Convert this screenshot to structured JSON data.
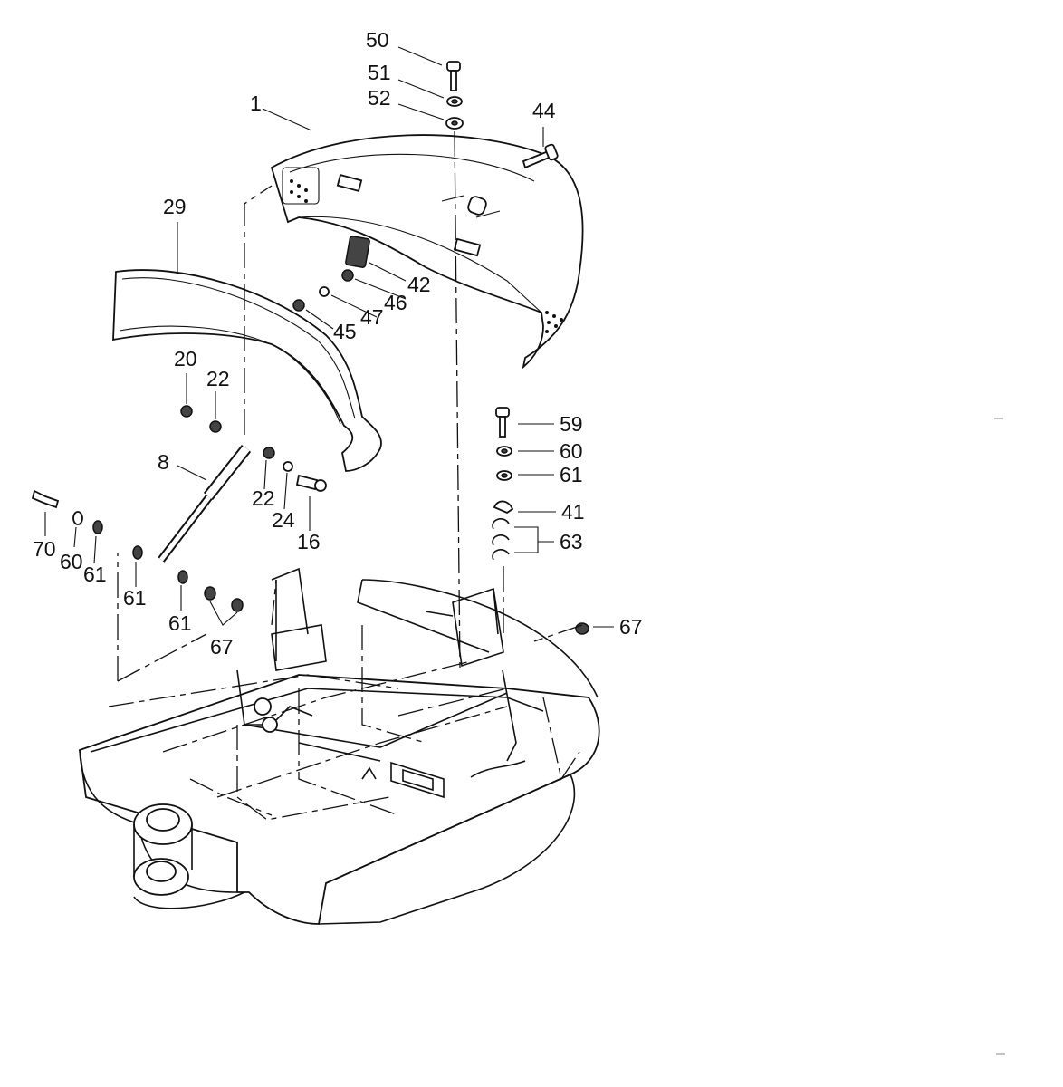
{
  "callouts": {
    "c50": "50",
    "c51": "51",
    "c52": "52",
    "c44": "44",
    "c1": "1",
    "c29": "29",
    "c42": "42",
    "c46": "46",
    "c47": "47",
    "c45": "45",
    "c20": "20",
    "c22a": "22",
    "c8": "8",
    "c22b": "22",
    "c24": "24",
    "c16": "16",
    "c59": "59",
    "c60a": "60",
    "c61a": "61",
    "c41": "41",
    "c63": "63",
    "c67a": "67",
    "c70": "70",
    "c60b": "60",
    "c61b": "61",
    "c61c": "61",
    "c61d": "61",
    "c67b": "67"
  }
}
